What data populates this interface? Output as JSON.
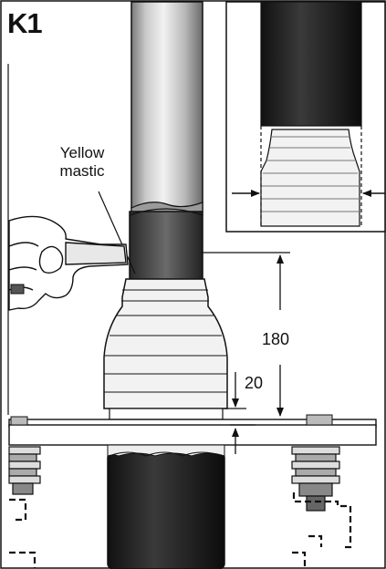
{
  "panel": {
    "label": "K1"
  },
  "callout": {
    "line1": "Yellow",
    "line2": "mastic"
  },
  "dimensions": {
    "overall": "180",
    "small": "20"
  }
}
